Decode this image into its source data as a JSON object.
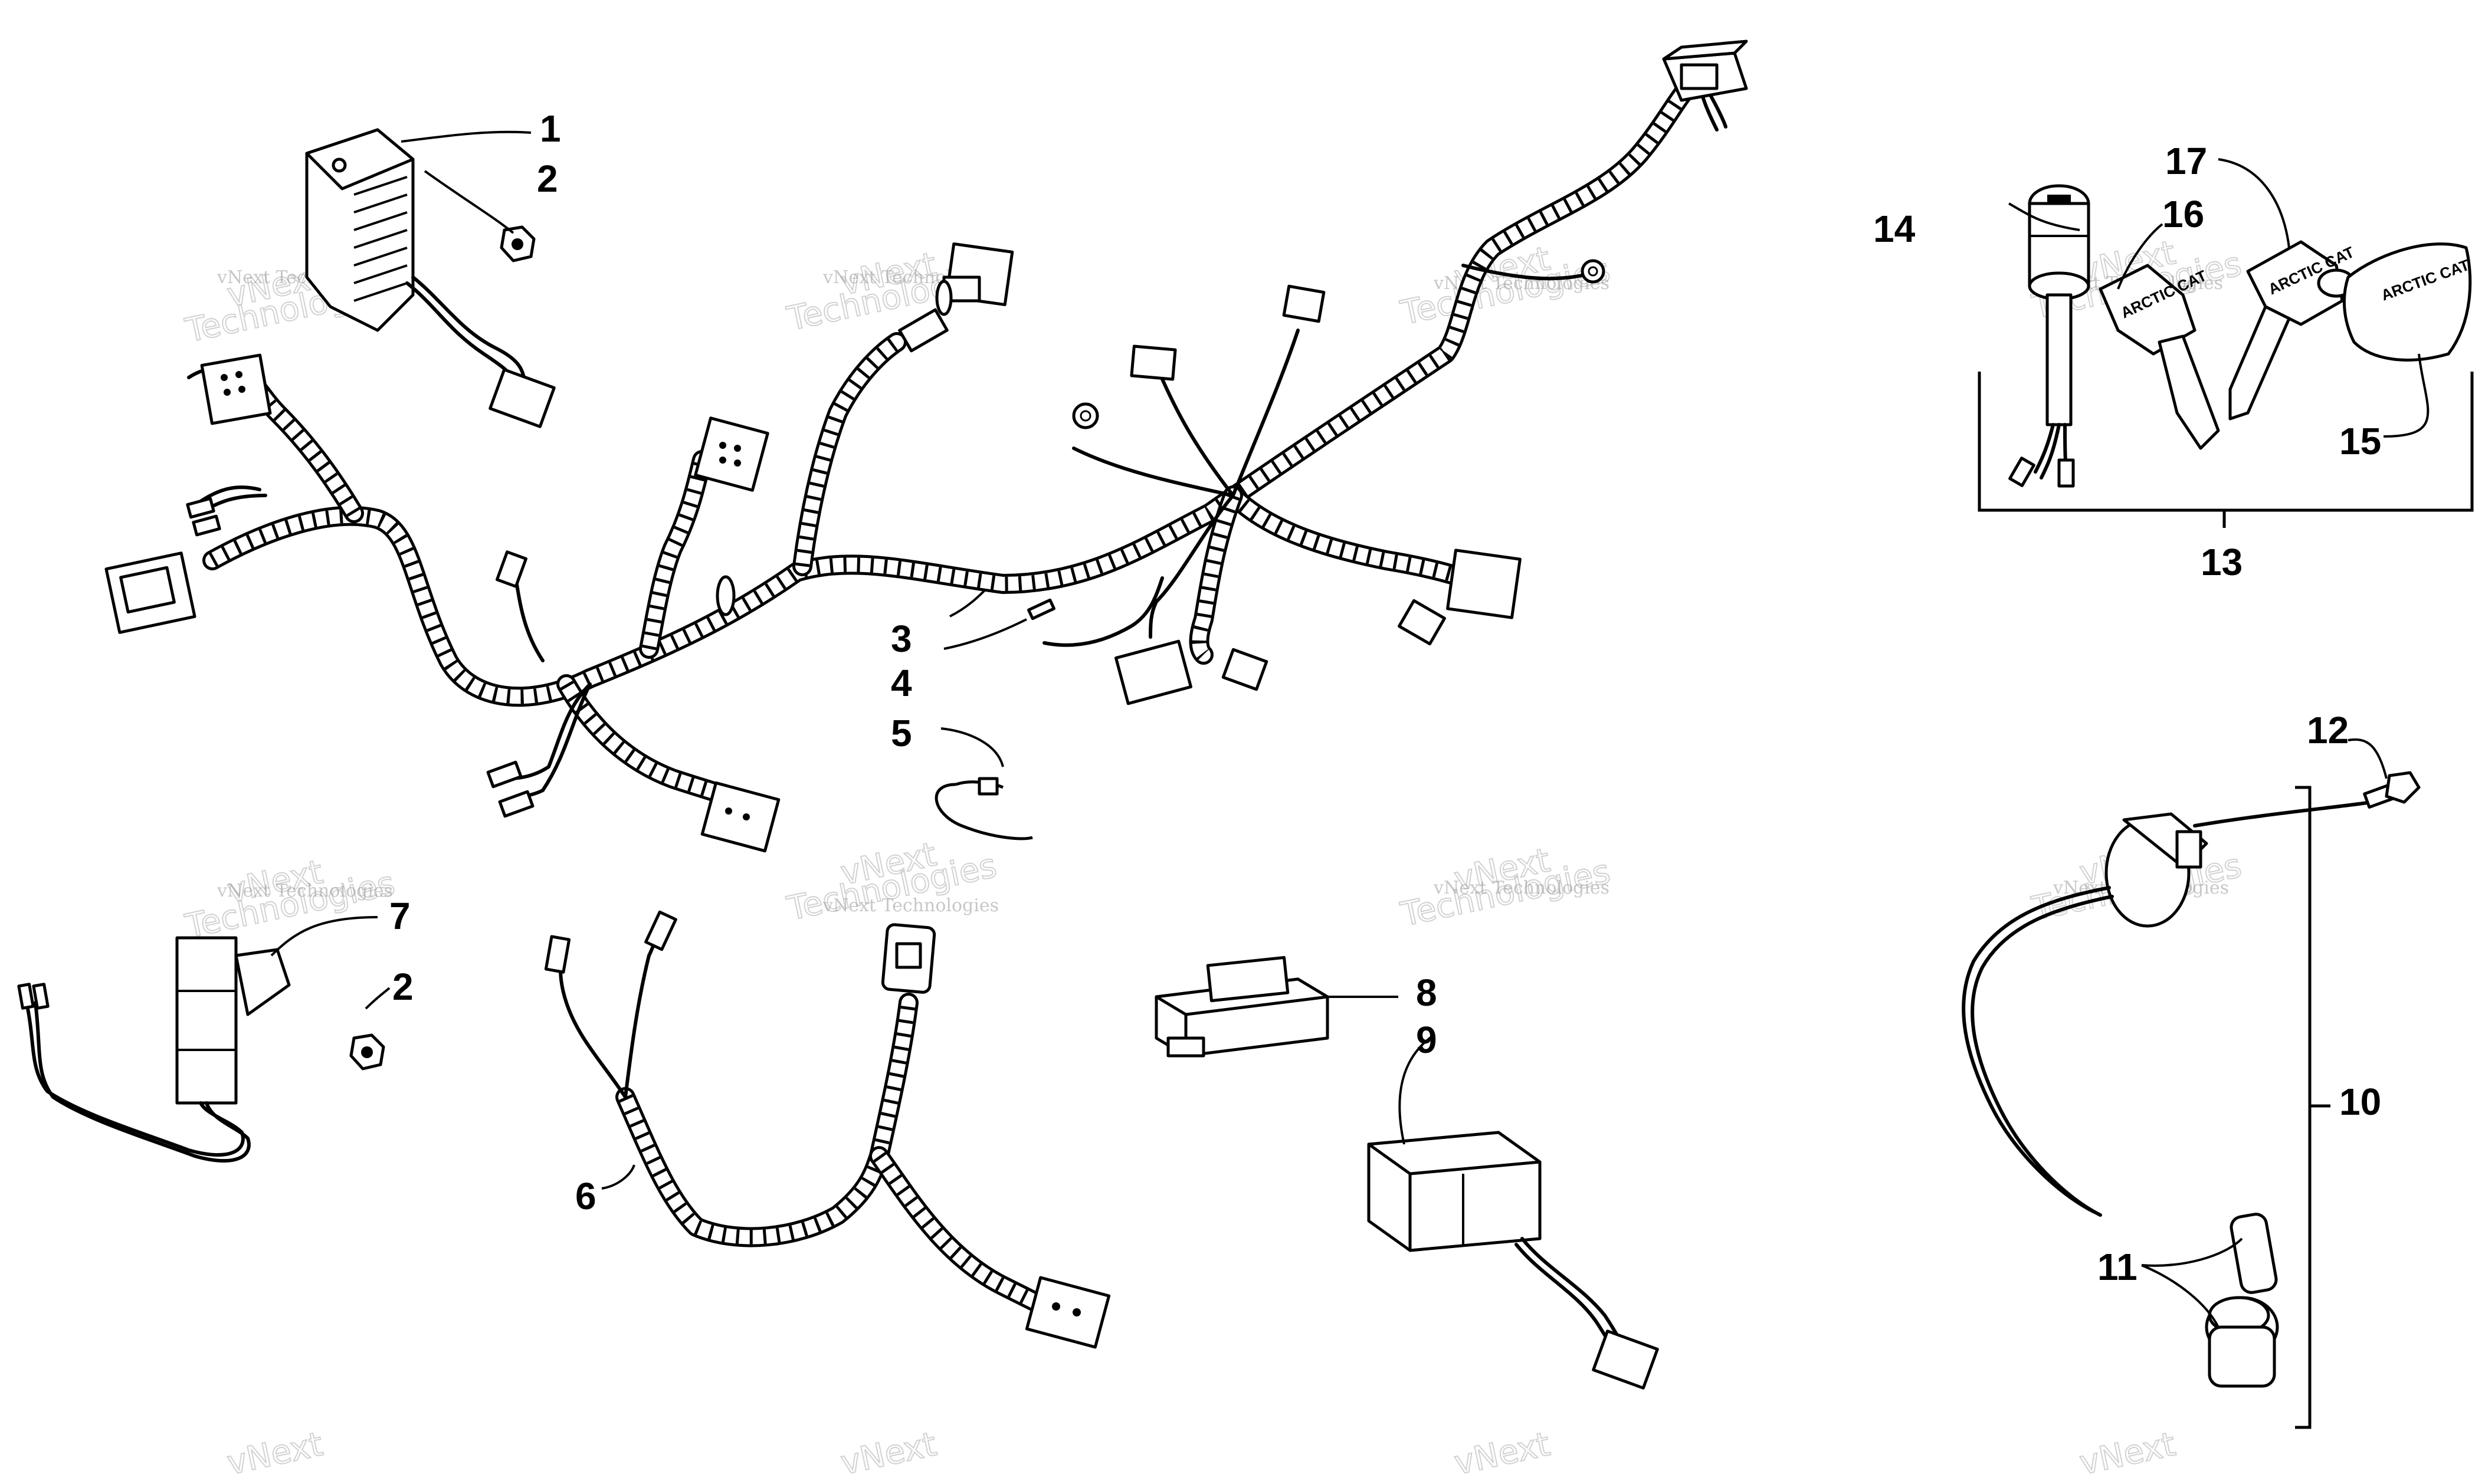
{
  "callouts": {
    "c1": "1",
    "c2a": "2",
    "c2b": "2",
    "c3": "3",
    "c4": "4",
    "c5": "5",
    "c6": "6",
    "c7": "7",
    "c8": "8",
    "c9": "9",
    "c10": "10",
    "c11": "11",
    "c12": "12",
    "c13": "13",
    "c14": "14",
    "c15": "15",
    "c16": "16",
    "c17": "17"
  },
  "watermark": {
    "line1": "vNext Technologies",
    "line2": "vNext",
    "line3": "Technologies"
  },
  "key_labels": {
    "cap_text": "ARCTIC CAT"
  }
}
